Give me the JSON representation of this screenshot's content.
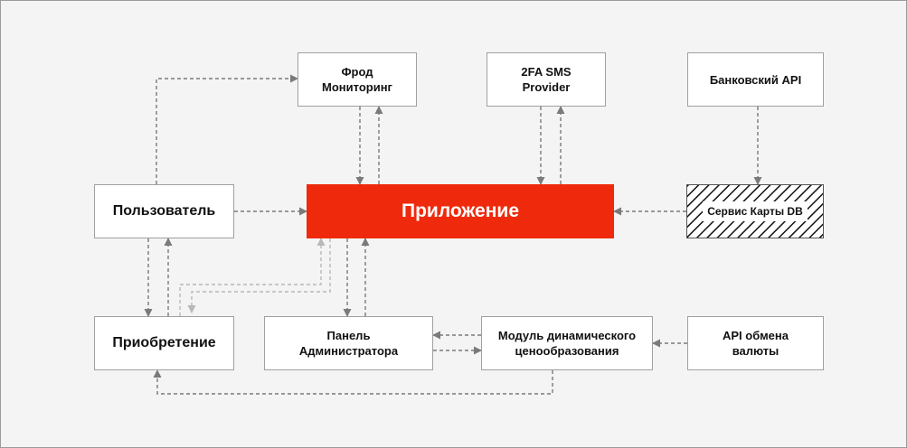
{
  "nodes": {
    "fraud": "Фрод\nМониторинг",
    "sms": "2FA SMS\nProvider",
    "bank_api": "Банковский API",
    "user": "Пользователь",
    "app": "Приложение",
    "cards_db": "Сервис Карты DB",
    "purchase": "Приобретение",
    "admin": "Панель\nАдминистратора",
    "pricing": "Модуль динамического\nценообразования",
    "fx_api": "API обмена\nвалюты"
  },
  "edges": [
    {
      "from": "user",
      "to": "fraud"
    },
    {
      "from": "fraud",
      "to": "app"
    },
    {
      "from": "app",
      "to": "fraud"
    },
    {
      "from": "sms",
      "to": "app"
    },
    {
      "from": "app",
      "to": "sms"
    },
    {
      "from": "bank_api",
      "to": "cards_db"
    },
    {
      "from": "cards_db",
      "to": "app"
    },
    {
      "from": "user",
      "to": "app"
    },
    {
      "from": "user",
      "to": "purchase"
    },
    {
      "from": "purchase",
      "to": "user"
    },
    {
      "from": "purchase",
      "to": "app"
    },
    {
      "from": "app",
      "to": "purchase"
    },
    {
      "from": "app",
      "to": "admin"
    },
    {
      "from": "admin",
      "to": "app"
    },
    {
      "from": "pricing",
      "to": "admin"
    },
    {
      "from": "admin",
      "to": "pricing"
    },
    {
      "from": "fx_api",
      "to": "pricing"
    },
    {
      "from": "pricing",
      "to": "purchase"
    }
  ],
  "colors": {
    "accent": "#ef2a0c",
    "edge": "#7a7a7a",
    "edge_light": "#b8b8b8"
  }
}
